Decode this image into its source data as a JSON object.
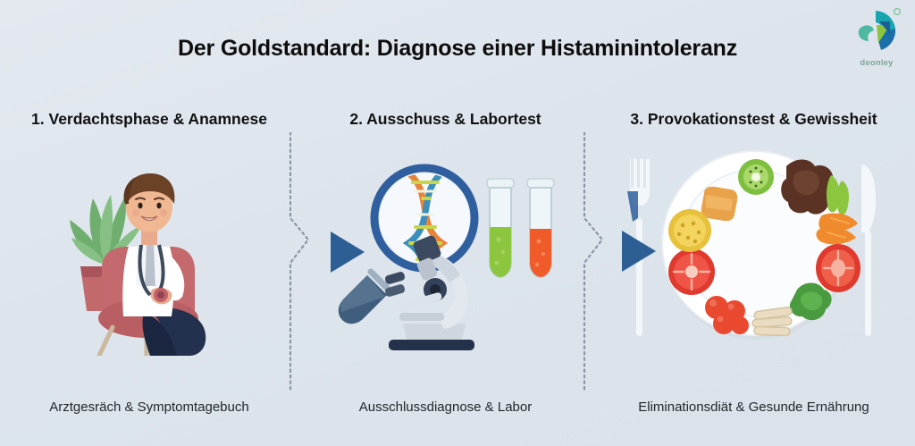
{
  "title": "Der Goldstandard: Diagnose einer Histaminintoleranz",
  "logo": {
    "wordmark": "deonley",
    "icon_name": "deonley-logo-mark",
    "colors": {
      "teal": "#2aa7a0",
      "blue": "#1f6fb2",
      "green": "#7ac143",
      "deep_blue": "#15557f"
    }
  },
  "colors": {
    "background": "#dfe5ec",
    "arrow": "#2d5f95",
    "divider": "#8c97a6",
    "heading": "#111111",
    "caption": "#23272b"
  },
  "columns": [
    {
      "heading": "1. Verdachtsphase & Anamnese",
      "caption": "Arztgesräch & Symptomtagebuch",
      "illustration_name": "doctor-on-armchair-illustration",
      "elements": [
        "potted-plant",
        "armchair",
        "doctor",
        "white-coat",
        "stethoscope"
      ]
    },
    {
      "heading": "2. Ausschuss & Labortest",
      "caption": "Ausschlussdiagnose & Labor",
      "illustration_name": "laboratory-equipment-illustration",
      "elements": [
        "magnifying-glass",
        "dna-helix",
        "microscope",
        "test-tube-green",
        "test-tube-orange"
      ]
    },
    {
      "heading": "3. Provokationstest & Gewissheit",
      "caption": "Eliminationsdiät & Gesunde Ernährung",
      "illustration_name": "healthy-food-plate-illustration",
      "elements": [
        "fork",
        "plate",
        "vegetables-ring",
        "knife"
      ]
    }
  ],
  "arrows": [
    {
      "name": "step-arrow-1-to-2",
      "direction": "right"
    },
    {
      "name": "step-arrow-2-to-3",
      "direction": "right"
    }
  ]
}
